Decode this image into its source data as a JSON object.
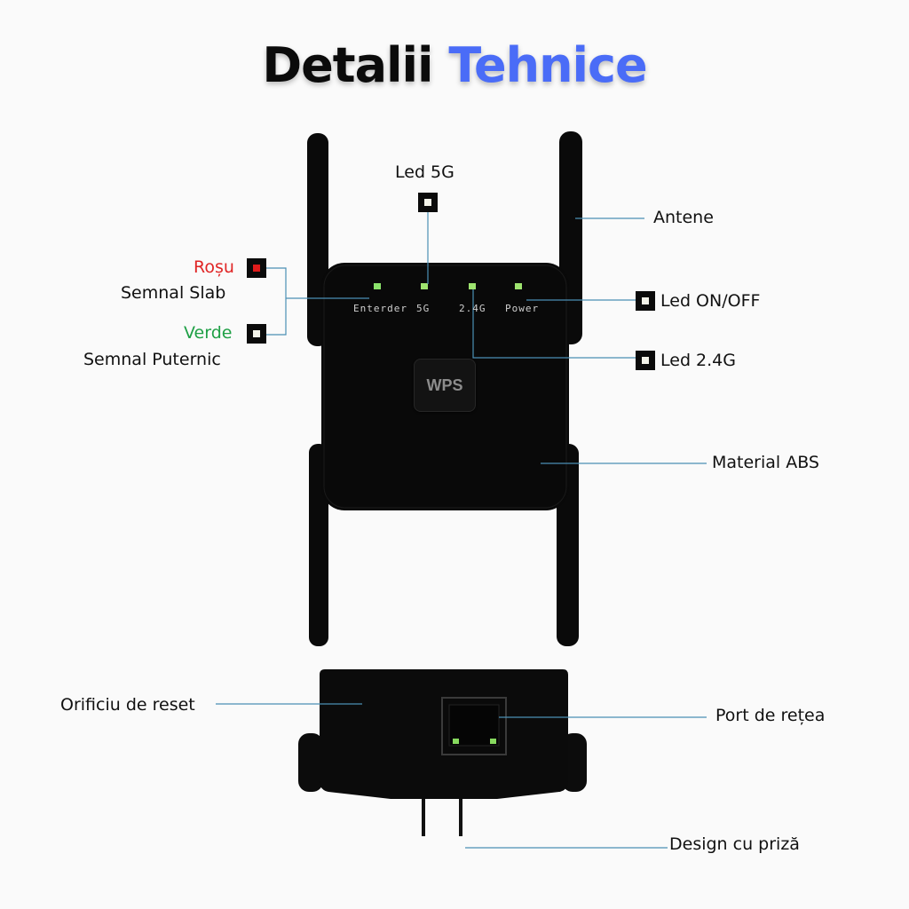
{
  "title": {
    "part1": "Detalii",
    "part2": "Tehnice"
  },
  "device_labels": {
    "enterder": "Enterder",
    "led_5g": "5G",
    "led_24g": "2.4G",
    "power": "Power",
    "wps": "WPS"
  },
  "callouts": {
    "led_5g": "Led 5G",
    "antene": "Antene",
    "rosu": "Roșu",
    "semnal_slab": "Semnal Slab",
    "verde": "Verde",
    "semnal_puternic": "Semnal Puternic",
    "led_on_off": "Led ON/OFF",
    "led_24g": "Led 2.4G",
    "material_abs": "Material ABS",
    "orificiu_reset": "Orificiu de reset",
    "port_retea": "Port de rețea",
    "design_priza": "Design cu priză"
  },
  "colors": {
    "accent": "#4a6cf7",
    "red_signal": "#e02525",
    "green_signal": "#1fa046",
    "callout_line": "#4b8fb5",
    "device": "#0b0b0b"
  }
}
